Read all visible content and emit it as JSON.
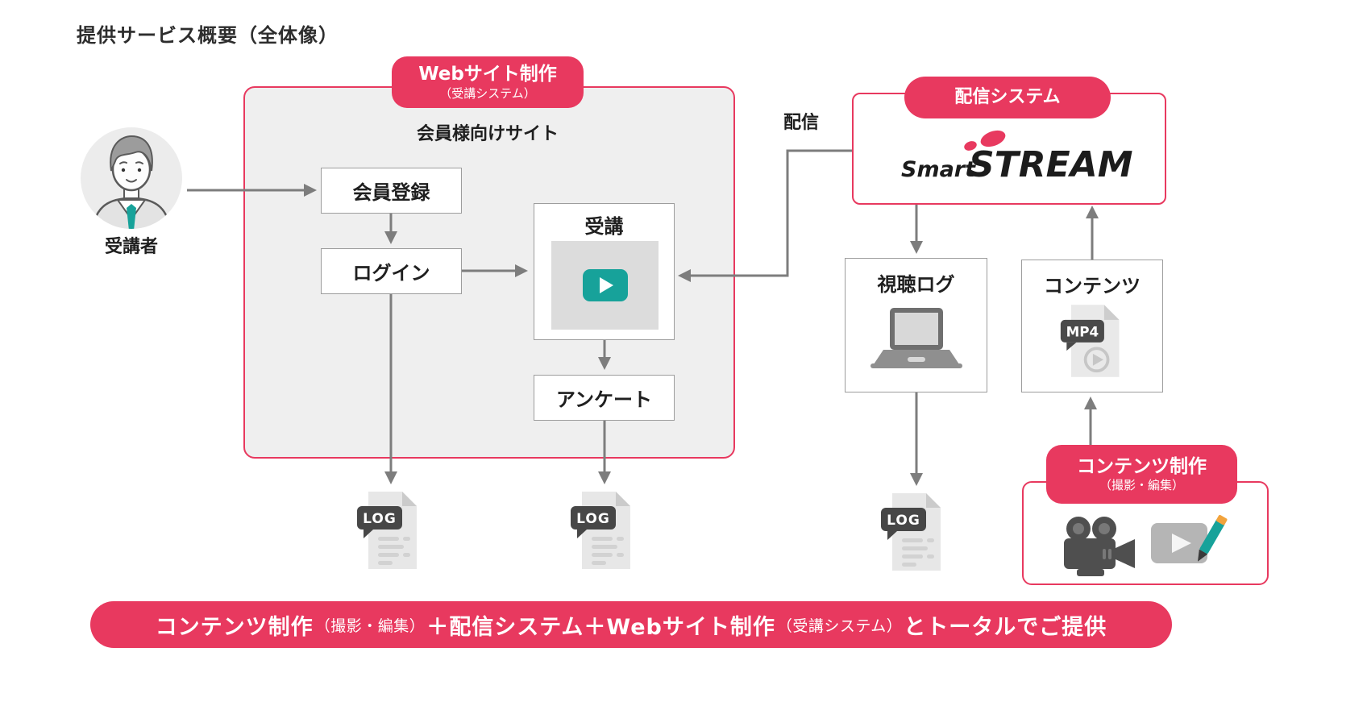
{
  "title": "提供サービス概要（全体像）",
  "colors": {
    "accent": "#e8395f",
    "teal": "#17a29a",
    "arrow": "#7d7d7d"
  },
  "actor": {
    "label": "受講者"
  },
  "web": {
    "badge_title": "Webサイト制作",
    "badge_subtitle": "（受講システム）",
    "heading": "会員様向けサイト",
    "register": "会員登録",
    "login": "ログイン",
    "attend": "受講",
    "survey": "アンケート"
  },
  "delivery": {
    "label": "配信",
    "badge": "配信システム",
    "logo": {
      "smart": "Smart",
      "stream": "STREAM"
    }
  },
  "viewing_log": {
    "label": "視聴ログ"
  },
  "content": {
    "label": "コンテンツ",
    "file_type": "MP4"
  },
  "production": {
    "badge_title": "コンテンツ制作",
    "badge_subtitle": "（撮影・編集）"
  },
  "log_label": "LOG",
  "banner": {
    "segments": [
      {
        "text": "コンテンツ制作",
        "emphasis": true
      },
      {
        "text": "（撮影・編集）",
        "emphasis": false
      },
      {
        "text": "＋配信システム＋Webサイト制作",
        "emphasis": true
      },
      {
        "text": "（受講システム）",
        "emphasis": false
      },
      {
        "text": "とトータルでご提供",
        "emphasis": true
      }
    ]
  },
  "icons": {
    "student": "person-avatar",
    "play": "play-button",
    "log": "log-document-file",
    "laptop": "laptop",
    "mp4": "mp4-video-file",
    "camera": "video-camera",
    "edit": "video-editing-pencil"
  }
}
